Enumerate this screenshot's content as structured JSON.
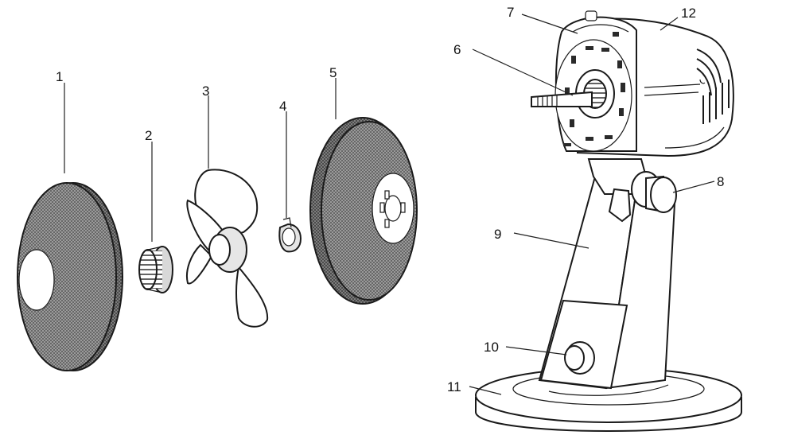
{
  "callouts": {
    "c1": "1",
    "c2": "2",
    "c3": "3",
    "c4": "4",
    "c5": "5",
    "c6": "6",
    "c7": "7",
    "c8": "8",
    "c9": "9",
    "c10": "10",
    "c11": "11",
    "c12": "12"
  },
  "colors": {
    "line": "#1a1a1a",
    "mesh": "#8c8c8c",
    "background": "#ffffff"
  }
}
